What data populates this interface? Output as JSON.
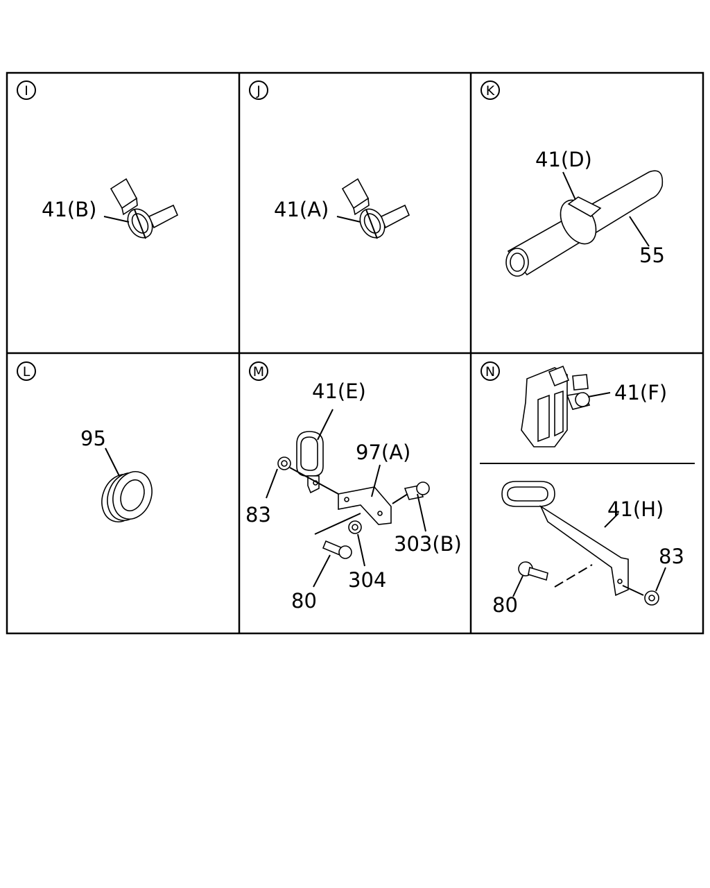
{
  "panels": [
    {
      "id": "I",
      "callouts": [
        "41(B)"
      ]
    },
    {
      "id": "J",
      "callouts": [
        "41(A)"
      ]
    },
    {
      "id": "K",
      "callouts": [
        "41(D)",
        "55"
      ]
    },
    {
      "id": "L",
      "callouts": [
        "95"
      ]
    },
    {
      "id": "M",
      "callouts": [
        "41(E)",
        "97(A)",
        "83",
        "303(B)",
        "304",
        "80"
      ]
    },
    {
      "id": "N",
      "callouts": [
        "41(F)",
        "41(H)",
        "83",
        "80"
      ]
    }
  ],
  "colors": {
    "line": "#000000",
    "background": "#ffffff"
  }
}
